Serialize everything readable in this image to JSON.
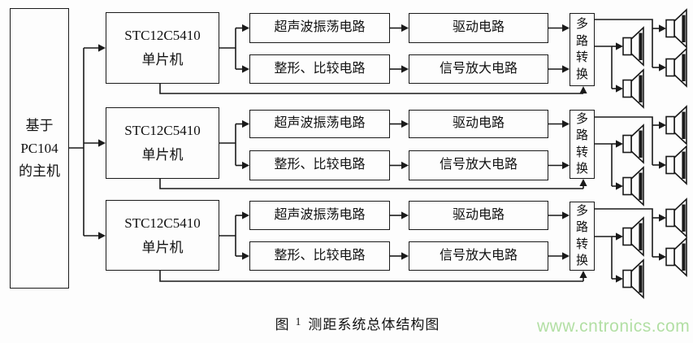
{
  "figure": {
    "host": {
      "line1": "基于",
      "line2": "PC104",
      "line3": "的主机"
    },
    "mcu": {
      "line1": "STC12C5410",
      "line2": "单片机"
    },
    "oscillator_label": "超声波振荡电路",
    "shaping_label": "整形、比较电路",
    "driver_label": "驱动电路",
    "amplifier_label": "信号放大电路",
    "mux_label": "多路转换",
    "channel_rows": 3,
    "transducers_per_row": 4
  },
  "caption": {
    "prefix": "图",
    "number": "1",
    "title": "测距系统总体结构图"
  },
  "watermark": {
    "text": "www.cntronics.com",
    "color": "#b2dfa4"
  },
  "colors": {
    "line": "#1a1a1a",
    "background": "#fdfdfd"
  },
  "icons": {
    "transducer": "speaker-icon"
  }
}
